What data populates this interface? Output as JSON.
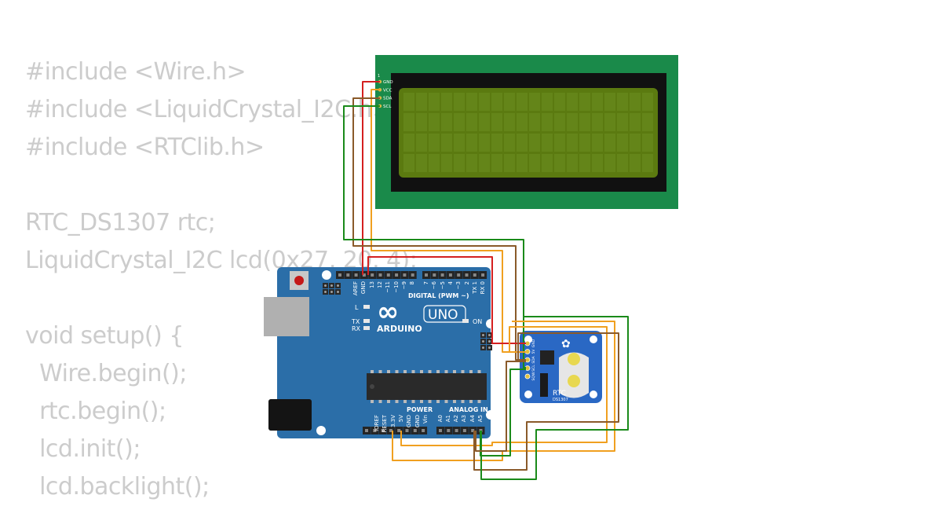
{
  "code": {
    "lines": [
      "#include <Wire.h>",
      "#include <LiquidCrystal_I2C.h>",
      "#include <RTClib.h>",
      "",
      "RTC_DS1307 rtc;",
      "LiquidCrystal_I2C lcd(0x27, 20, 4);",
      "",
      "void setup() {",
      "  Wire.begin();",
      "  rtc.begin();",
      "  lcd.init();",
      "  lcd.backlight();"
    ]
  },
  "lcd": {
    "pin_1": "1",
    "pins": [
      "GND",
      "VCC",
      "SDA",
      "SCL"
    ]
  },
  "arduino": {
    "logo": "∞",
    "brand": "ARDUINO",
    "model": "UNO",
    "on_label": "ON",
    "l_label": "L",
    "tx_label": "TX",
    "rx_label": "RX",
    "digital_label": "DIGITAL (PWM ~)",
    "power_label": "POWER",
    "analog_label": "ANALOG IN",
    "top_pins": [
      "AREF",
      "GND",
      "13",
      "12",
      "~11",
      "~10",
      "~9",
      "8",
      "7",
      "~6",
      "~5",
      "4",
      "~3",
      "2",
      "TX 1",
      "RX 0"
    ],
    "power_pins": [
      "IOREF",
      "RESET",
      "3.3V",
      "5V",
      "GND",
      "GND",
      "Vin"
    ],
    "analog_pins": [
      "A0",
      "A1",
      "A2",
      "A3",
      "A4",
      "A5"
    ]
  },
  "rtc": {
    "label": "RTC",
    "chip": "DS1307",
    "pins": [
      "GND",
      "5V",
      "SDA",
      "SCL",
      "SQW"
    ]
  },
  "colors": {
    "lcd_frame": "#1a8a4a",
    "lcd_screen": "#5b7a10",
    "arduino_board": "#2b6ea8",
    "rtc_board": "#2a68c4",
    "wire_red": "#d42020",
    "wire_orange": "#f0a020",
    "wire_brown": "#8a5a2a",
    "wire_green": "#1a8a1a",
    "code_text": "#cccccc"
  }
}
